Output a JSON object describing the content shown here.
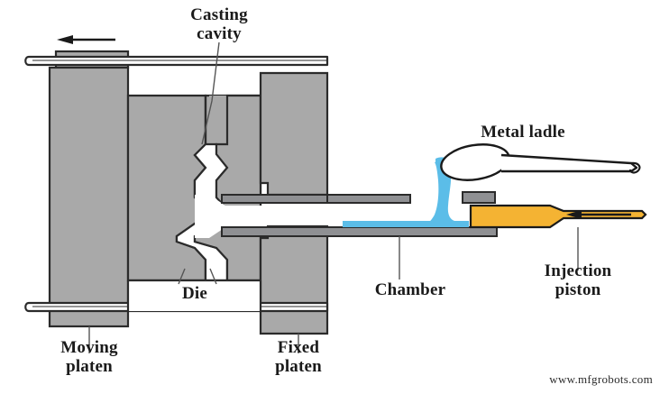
{
  "figure": {
    "title_implicit": "Cold-chamber die casting machine schematic",
    "watermark": "www.mfgrobots.com"
  },
  "colors": {
    "metal_gray": "#a9a9a9",
    "outline": "#2b2b2b",
    "molten_metal_blue": "#5bbde8",
    "piston_orange": "#f4b333",
    "chamber_wall_gray": "#8f9093",
    "background": "#ffffff",
    "text": "#1a1a1a",
    "leader_line": "#555555"
  },
  "labels": {
    "casting_cavity": "Casting\ncavity",
    "casting_cavity_line1": "Casting",
    "casting_cavity_line2": "cavity",
    "die": "Die",
    "moving_platen_line1": "Moving",
    "moving_platen_line2": "platen",
    "fixed_platen_line1": "Fixed",
    "fixed_platen_line2": "platen",
    "metal_ladle": "Metal ladle",
    "chamber": "Chamber",
    "injection_piston_line1": "Injection",
    "injection_piston_line2": "piston"
  },
  "parts": [
    {
      "name": "moving-platen",
      "label": "Moving platen",
      "description": "Large gray vertical block at far left that slides to open and close the die",
      "fill": "#a9a9a9"
    },
    {
      "name": "movable-die-half",
      "label": "Die",
      "description": "Gray block attached to the moving platen forming the left half of the die",
      "fill": "#a9a9a9"
    },
    {
      "name": "fixed-die-half",
      "label": "Die",
      "description": "Gray block attached to the fixed platen forming the right half of the die",
      "fill": "#a9a9a9"
    },
    {
      "name": "casting-cavity",
      "label": "Casting cavity",
      "description": "White stepped void between the two die halves where the part solidifies",
      "fill": "#ffffff"
    },
    {
      "name": "fixed-platen",
      "label": "Fixed platen",
      "description": "Stationary gray vertical block that carries the fixed die half and the shot chamber",
      "fill": "#a9a9a9"
    },
    {
      "name": "tie-bar-top",
      "label": "Tie bar",
      "description": "Upper horizontal rod guiding the moving platen",
      "fill": "#ffffff"
    },
    {
      "name": "tie-bar-bottom",
      "label": "Tie bar",
      "description": "Lower horizontal rod guiding the moving platen",
      "fill": "#ffffff"
    },
    {
      "name": "shot-chamber",
      "label": "Chamber",
      "description": "Horizontal cold chamber between the fixed platen and the injection piston",
      "fill": "#8f9093"
    },
    {
      "name": "molten-metal",
      "label": "Molten metal",
      "description": "Blue stream of molten metal being poured from the ladle into the pour hole and pooling in the chamber",
      "fill": "#5bbde8"
    },
    {
      "name": "metal-ladle",
      "label": "Metal ladle",
      "description": "Hand ladle with a long handle pouring molten metal into the chamber pour hole",
      "fill": "#ffffff"
    },
    {
      "name": "injection-piston",
      "label": "Injection piston",
      "description": "Orange ram that advances left to force metal from the chamber into the die",
      "fill": "#f4b333"
    },
    {
      "name": "pour-hole-collar",
      "label": "Pour hole",
      "description": "Small gray collar on top of the chamber where the ladle pours",
      "fill": "#8f9093"
    }
  ],
  "arrows": [
    {
      "name": "platen-motion-arrow",
      "direction": "left",
      "meaning": "Direction the moving platen travels to open the die"
    },
    {
      "name": "piston-stroke-arrow",
      "direction": "left",
      "meaning": "Direction the injection piston strokes to inject metal"
    }
  ],
  "leaders": [
    {
      "name": "leader-casting-cavity",
      "from": "Casting cavity",
      "to": "casting-cavity"
    },
    {
      "name": "leader-die-left",
      "from": "Die",
      "to": "movable-die-half"
    },
    {
      "name": "leader-die-right",
      "from": "Die",
      "to": "fixed-die-half"
    },
    {
      "name": "leader-moving-platen",
      "from": "Moving platen",
      "to": "moving-platen"
    },
    {
      "name": "leader-fixed-platen",
      "from": "Fixed platen",
      "to": "fixed-platen"
    },
    {
      "name": "leader-chamber",
      "from": "Chamber",
      "to": "shot-chamber"
    },
    {
      "name": "leader-injection-piston",
      "from": "Injection piston",
      "to": "injection-piston"
    }
  ]
}
